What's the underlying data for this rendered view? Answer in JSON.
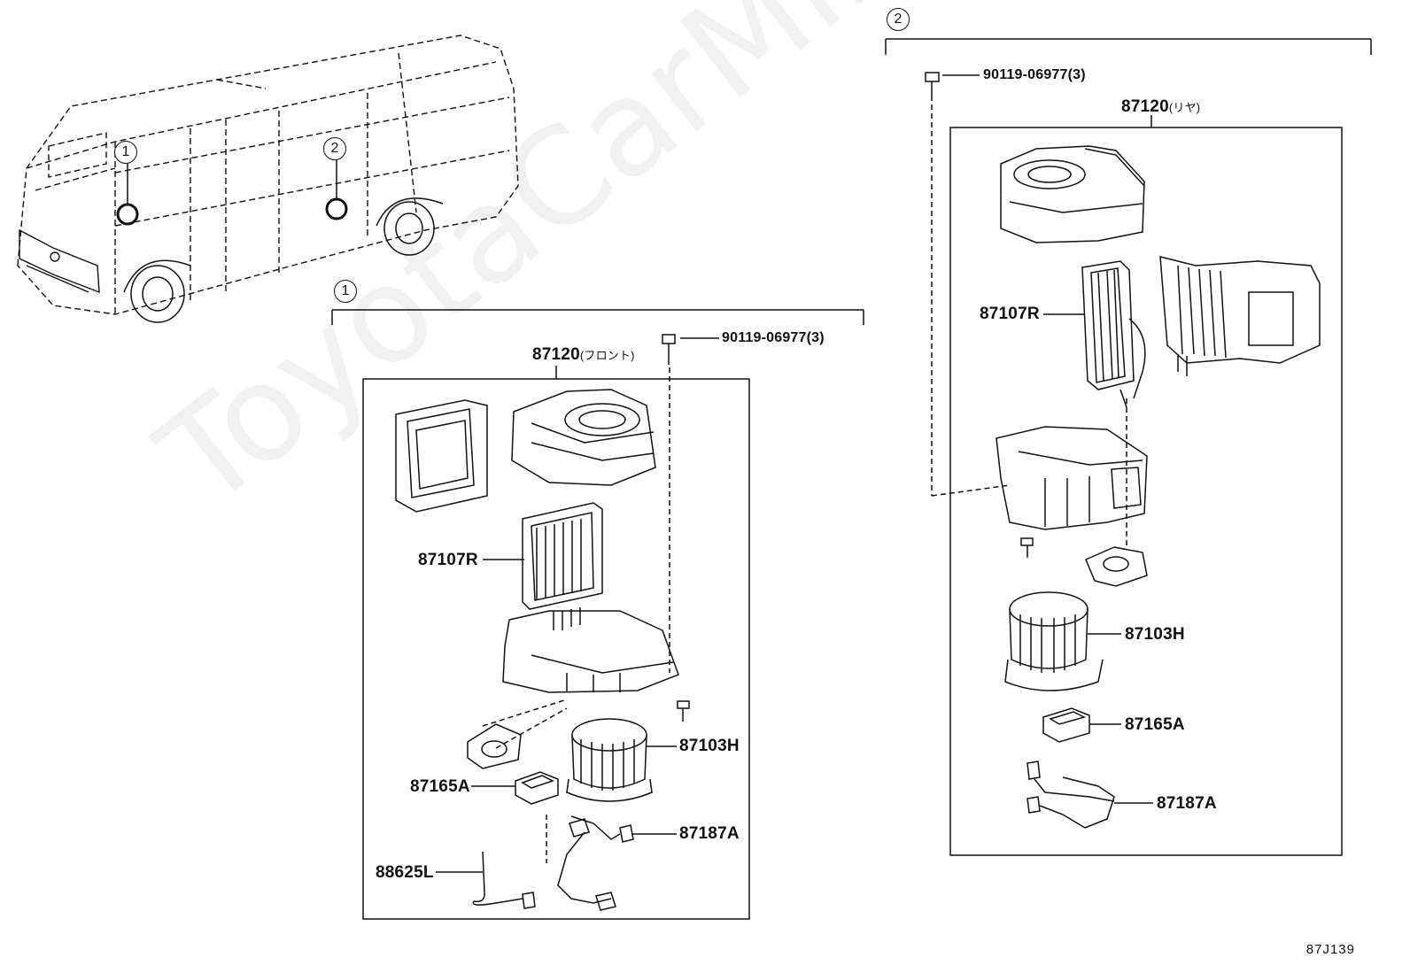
{
  "watermark": "ToyotaCarMine.ru",
  "diagram_code": "87J139",
  "markers": [
    "1",
    "2"
  ],
  "section_front": {
    "marker": "1",
    "bolt": "90119-06977(3)",
    "assembly": "87120",
    "assembly_note": "(フロント)",
    "parts": {
      "evaporator": "87107R",
      "blower_motor": "87103H",
      "resistor": "87165A",
      "wire_harness": "87187A",
      "sensor": "88625L"
    }
  },
  "section_rear": {
    "marker": "2",
    "bolt": "90119-06977(3)",
    "assembly": "87120",
    "assembly_note": "(リヤ)",
    "parts": {
      "evaporator": "87107R",
      "blower_motor": "87103H",
      "resistor": "87165A",
      "wire_harness": "87187A"
    }
  }
}
